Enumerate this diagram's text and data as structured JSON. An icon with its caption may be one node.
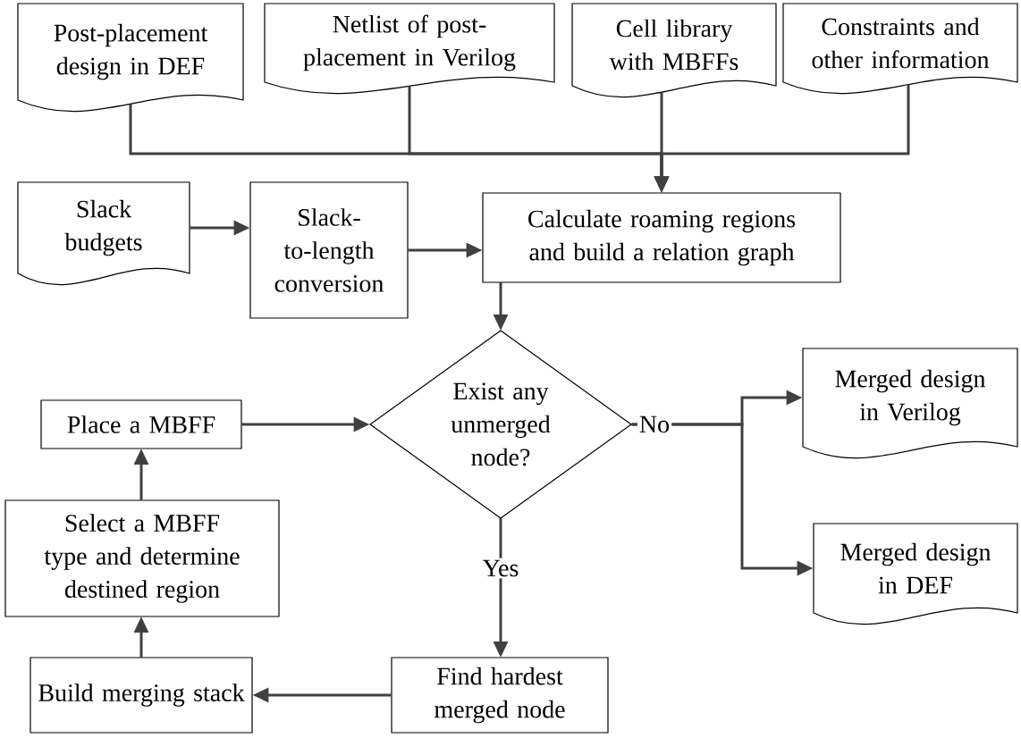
{
  "diagram": {
    "nodes": [
      {
        "text": [
          "Post-placement design in DEF"
        ]
      },
      {
        "text": [
          "Netlist of post-placement in Verilog"
        ]
      },
      {
        "text": [
          "Cell library with MBFFs"
        ]
      },
      {
        "text": [
          "Constraints and other information"
        ]
      },
      {
        "text": [
          "Slack budgets"
        ]
      },
      {
        "text": [
          "Slack-to-length conversion"
        ]
      },
      {
        "text": [
          "Calculate roaming regions and build a relation graph"
        ]
      },
      {
        "text": [
          "Exist any unmerged node?"
        ]
      },
      {
        "text": [
          "Place a MBFF"
        ]
      },
      {
        "text": [
          "Select a MBFF type and determine destined region"
        ]
      },
      {
        "text": [
          "Build merging stack"
        ]
      },
      {
        "text": [
          "Find hardest merged node"
        ]
      },
      {
        "text": [
          "Merged design in Verilog"
        ]
      },
      {
        "text": [
          "Merged design in DEF"
        ]
      }
    ],
    "edges": [
      {
        "from": 0,
        "to": 6,
        "arrow": "to"
      },
      {
        "from": 1,
        "to": 6,
        "arrow": "to"
      },
      {
        "from": 2,
        "to": 6,
        "arrow": "to"
      },
      {
        "from": 3,
        "to": 6,
        "arrow": "to"
      },
      {
        "from": 4,
        "to": 5,
        "arrow": "to"
      },
      {
        "from": 5,
        "to": 6,
        "arrow": "to"
      },
      {
        "from": 6,
        "to": 7,
        "arrow": "to"
      },
      {
        "from": 7,
        "to": 11,
        "arrow": "to",
        "label": "Yes"
      },
      {
        "from": 7,
        "to": 12,
        "arrow": "to",
        "label": "No"
      },
      {
        "from": 7,
        "to": 13,
        "arrow": "to"
      },
      {
        "from": 11,
        "to": 10,
        "arrow": "to"
      },
      {
        "from": 10,
        "to": 9,
        "arrow": "to"
      },
      {
        "from": 9,
        "to": 8,
        "arrow": "to"
      },
      {
        "from": 8,
        "to": 7,
        "arrow": "to"
      }
    ]
  }
}
